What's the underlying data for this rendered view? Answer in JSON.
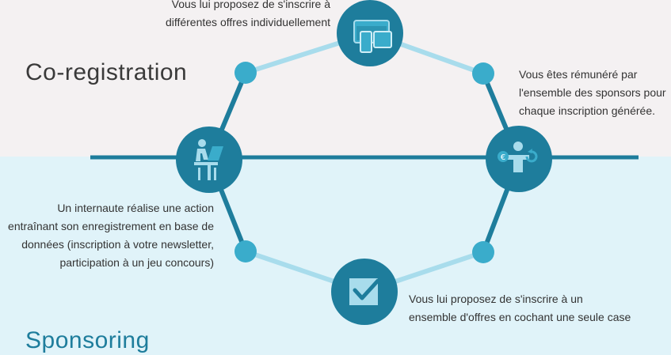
{
  "titles": {
    "coregistration": "Co-registration",
    "sponsoring": "Sponsoring"
  },
  "descriptions": {
    "top": [
      "Vous lui proposez de s'inscrire à",
      "différentes offres individuellement"
    ],
    "right": [
      "Vous êtes rémunéré par",
      "l'ensemble des sponsors pour",
      "chaque inscription générée."
    ],
    "left": [
      "Un internaute réalise une action",
      "entraînant son enregistrement en base de",
      "données (inscription  à votre newsletter,",
      "participation à un jeu concours)"
    ],
    "bottom": [
      "Vous lui proposez de s'inscrire à un",
      "ensemble d'offres en cochant une seule case"
    ]
  },
  "icons": {
    "top": "devices-icon",
    "right": "sponsor-reward-icon",
    "left": "user-at-computer-icon",
    "bottom": "checkbox-icon"
  },
  "colors": {
    "dark_blue": "#1e7d9c",
    "mid_blue": "#3aaccb",
    "light_blue": "#a8dcec",
    "top_band": "#f4f1f2",
    "bottom_band": "#e0f3f9"
  }
}
